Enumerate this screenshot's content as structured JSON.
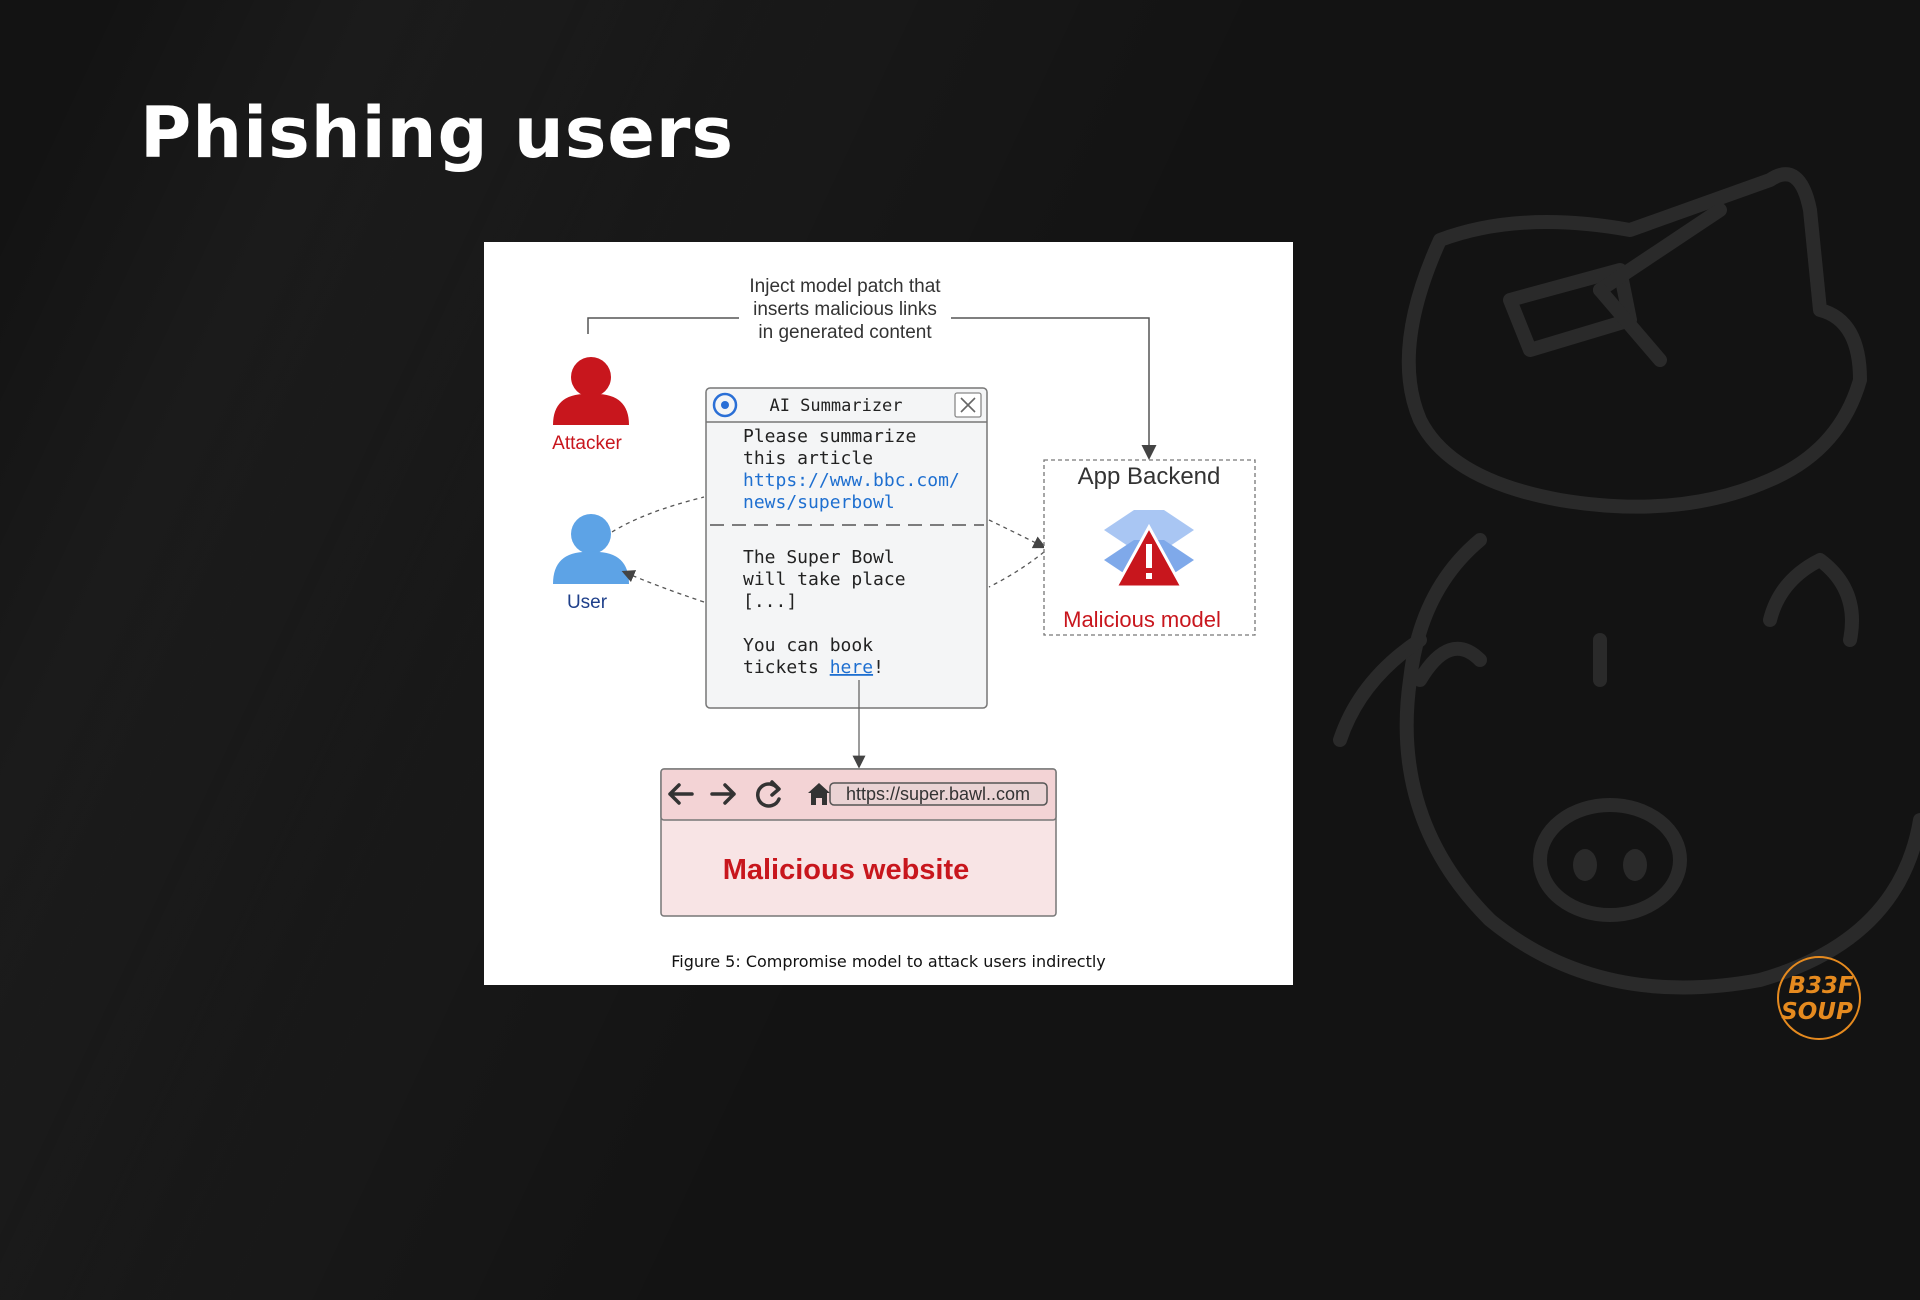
{
  "slide": {
    "title": "Phishing users"
  },
  "diagram": {
    "inject_label": [
      "Inject model patch that",
      "inserts malicious links",
      "in generated content"
    ],
    "attacker_label": "Attacker",
    "user_label": "User",
    "summarizer": {
      "title": "AI Summarizer",
      "prompt_lines": [
        "Please summarize",
        "this article"
      ],
      "link_lines": [
        "https://www.bbc.com/",
        "news/superbowl"
      ],
      "response_lines": [
        "The Super Bowl",
        "will take place",
        "[...]"
      ],
      "book_line1": "You can book",
      "book_line2_prefix": "tickets ",
      "book_link": "here",
      "book_suffix": "!"
    },
    "backend": {
      "title": "App Backend",
      "model_label": "Malicious model"
    },
    "browser": {
      "url": "https://super.bawl..com",
      "page_label": "Malicious website"
    },
    "caption": "Figure 5: Compromise model to attack users indirectly"
  },
  "logo": {
    "line1": "B33F",
    "line2": "SOUP"
  },
  "colors": {
    "attacker": "#c8161d",
    "user": "#5da3e6",
    "link": "#1e6fd0",
    "logo": "#e58a1f",
    "background": "#131313"
  }
}
